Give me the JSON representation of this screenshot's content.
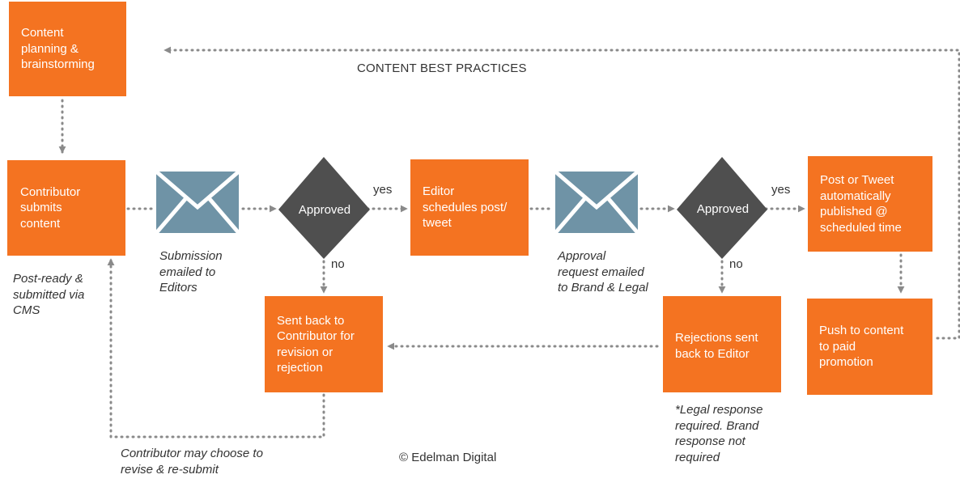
{
  "header": {
    "title": "CONTENT BEST PRACTICES"
  },
  "boxes": {
    "planning": "Content\nplanning &\nbrainstorming",
    "contributor_submits": "Contributor\nsubmits\ncontent",
    "editor_schedules": "Editor\nschedules post/\ntweet",
    "published": "Post or Tweet\nautomatically\npublished @\nscheduled time",
    "sent_back": "Sent back to\nContributor for\nrevision or\nrejection",
    "rejections": "Rejections sent\nback to Editor",
    "paid_promotion": "Push to content\nto paid\npromotion"
  },
  "decisions": {
    "approved_1": "Approved",
    "approved_2": "Approved"
  },
  "branch_labels": {
    "yes_1": "yes",
    "yes_2": "yes",
    "no_1": "no",
    "no_2": "no"
  },
  "notes": {
    "post_ready": "Post-ready &\nsubmitted via\nCMS",
    "submission_emailed": "Submission\nemailed to\nEditors",
    "approval_request": "Approval\nrequest emailed\nto Brand & Legal",
    "legal_response": "*Legal response\nrequired. Brand\nresponse not\nrequired",
    "may_choose": "Contributor may choose to\nrevise & re-submit"
  },
  "footer": {
    "copyright": "© Edelman Digital"
  },
  "icons": {
    "envelope_1": "envelope-icon",
    "envelope_2": "envelope-icon"
  },
  "colors": {
    "box": "#f47321",
    "diamond": "#4f4f4f",
    "envelope": "#6f93a6",
    "connector": "#8a8a8a",
    "text": "#333333"
  }
}
